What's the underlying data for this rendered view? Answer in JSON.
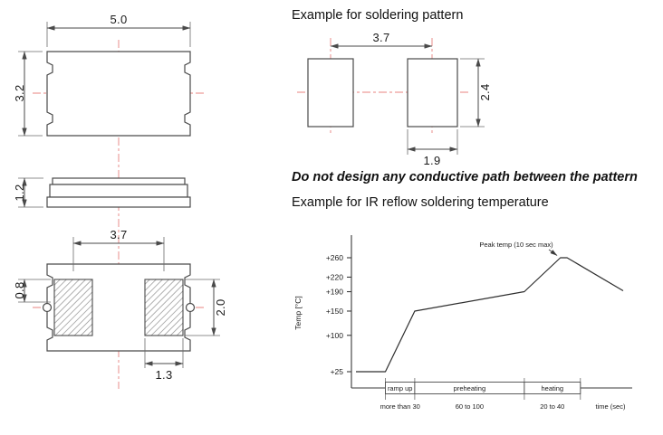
{
  "package_drawing": {
    "top_view": {
      "width": "5.0",
      "height": "3.2"
    },
    "side_view": {
      "height": "1.2"
    },
    "bottom_view": {
      "pad_pitch": "3.7",
      "edge_dim": "0.8",
      "pad_height": "2.0",
      "pad_width": "1.3"
    }
  },
  "soldering_pattern": {
    "title": "Example for soldering pattern",
    "pitch": "3.7",
    "pad_height": "2.4",
    "pad_width": "1.9"
  },
  "warning": "Do not design any conductive path between the pattern",
  "reflow": {
    "title": "Example for IR reflow soldering temperature"
  },
  "chart_data": {
    "type": "line",
    "title": "Example for IR reflow soldering temperature",
    "ylabel": "Temp [°C]",
    "xlabel": "time (sec)",
    "ylim": [
      25,
      260
    ],
    "yticks": [
      260,
      220,
      190,
      150,
      100,
      25
    ],
    "ytick_labels": [
      "+260",
      "+220",
      "+190",
      "+150",
      "+100",
      "+25"
    ],
    "peak_annotation": "Peak temp (10 sec max)",
    "phases": [
      {
        "label": "ramp up",
        "duration": "more than 30"
      },
      {
        "label": "preheating",
        "duration": "60 to 100"
      },
      {
        "label": "heating",
        "duration": "20 to 40"
      }
    ],
    "profile": [
      [
        0.0,
        25
      ],
      [
        0.11,
        25
      ],
      [
        0.22,
        150
      ],
      [
        0.63,
        190
      ],
      [
        0.765,
        260
      ],
      [
        0.79,
        260
      ],
      [
        1.0,
        192
      ]
    ]
  },
  "colors": {
    "centerline": "#e8837f",
    "stroke": "#4a4a4a",
    "hatch": "#8f8f8f"
  }
}
